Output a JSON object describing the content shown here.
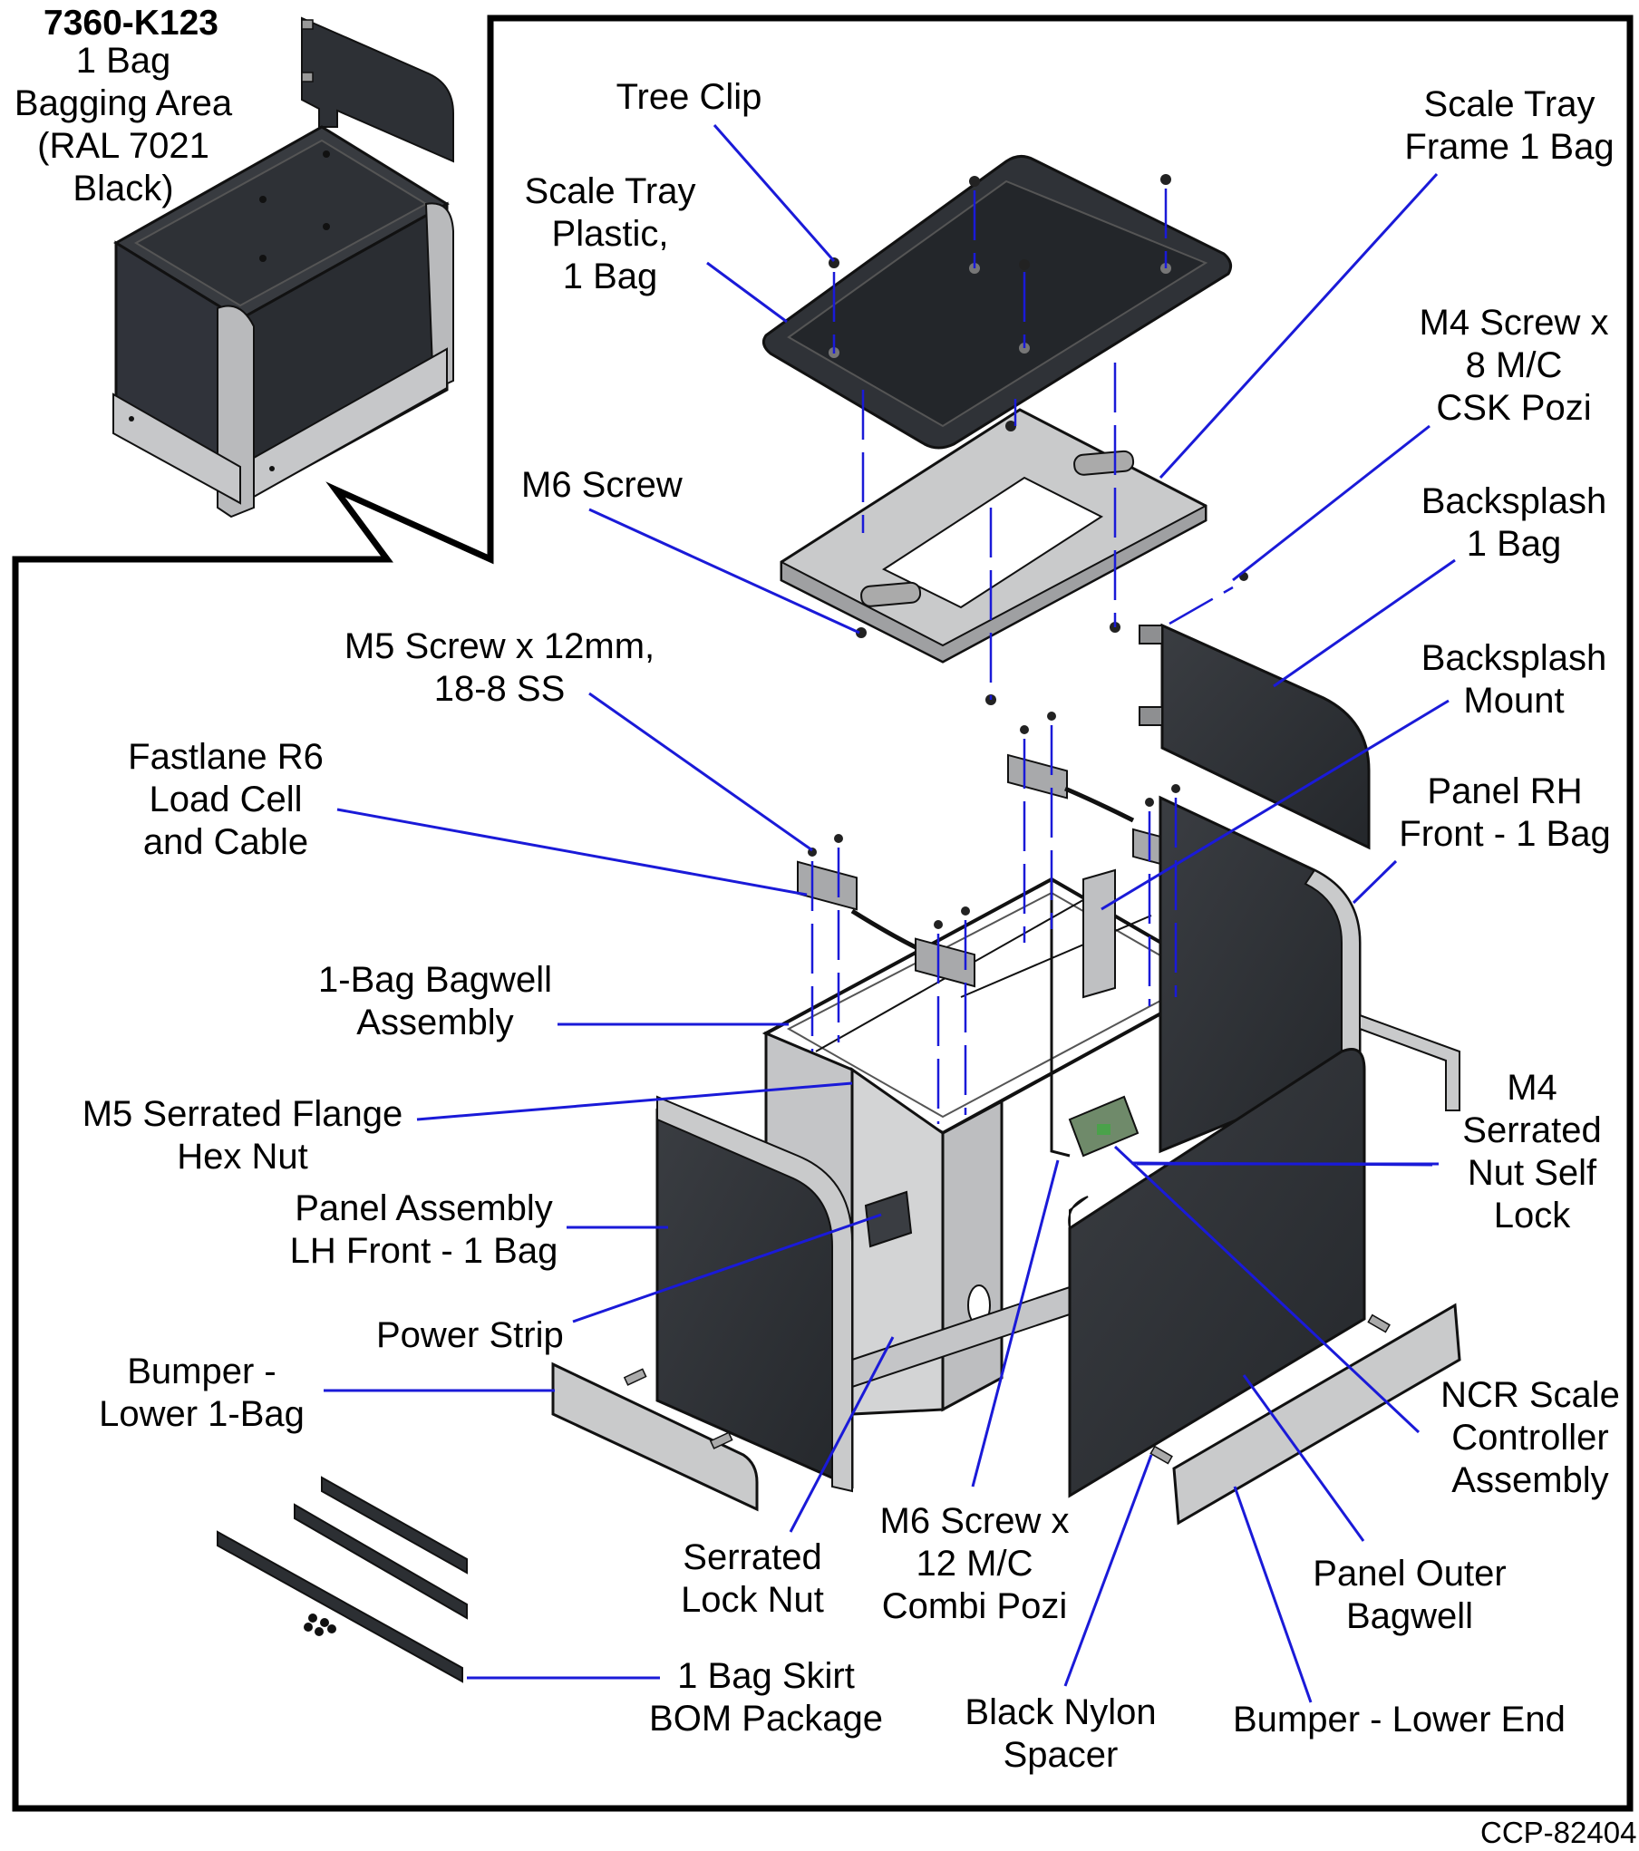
{
  "colors": {
    "frame": "#000000",
    "leader": "#1a1ad8",
    "panel_dark": "#2b2e32",
    "metal": "#c9cacb",
    "metal_shade": "#9fa0a2",
    "outline": "#111111"
  },
  "kit": {
    "part_number": "7360-K123",
    "description": "1 Bag\nBagging Area\n(RAL 7021\nBlack)"
  },
  "labels": {
    "tree_clip": "Tree Clip",
    "scale_tray_plastic": "Scale Tray\nPlastic,\n1 Bag",
    "scale_tray_frame": "Scale Tray\nFrame 1 Bag",
    "m4_screw": "M4 Screw x\n8 M/C\nCSK Pozi",
    "m6_screw": "M6 Screw",
    "backsplash": "Backsplash\n1 Bag",
    "m5_screw": "M5 Screw x 12mm,\n18-8 SS",
    "backsplash_mount": "Backsplash\nMount",
    "load_cell": "Fastlane R6\nLoad Cell\nand Cable",
    "panel_rh_front": "Panel RH\nFront - 1 Bag",
    "bagwell_assembly": "1-Bag Bagwell\nAssembly",
    "m4_serrated_nut": "M4\nSerrated\nNut Self\nLock",
    "m5_flange_nut": "M5 Serrated Flange\nHex Nut",
    "panel_lh_front": "Panel Assembly\nLH Front - 1 Bag",
    "power_strip": "Power Strip",
    "bumper_lower": "Bumper -\nLower 1-Bag",
    "ncr_scale_controller": "NCR Scale\nController\nAssembly",
    "m6_screw_combi": "M6 Screw x\n12 M/C\nCombi Pozi",
    "serrated_lock_nut": "Serrated\nLock Nut",
    "panel_outer_bagwell": "Panel Outer\nBagwell",
    "skirt_bom": "1 Bag Skirt\nBOM Package",
    "black_nylon_spacer": "Black Nylon\nSpacer",
    "bumper_lower_end": "Bumper - Lower End"
  },
  "reference": "CCP-82404"
}
